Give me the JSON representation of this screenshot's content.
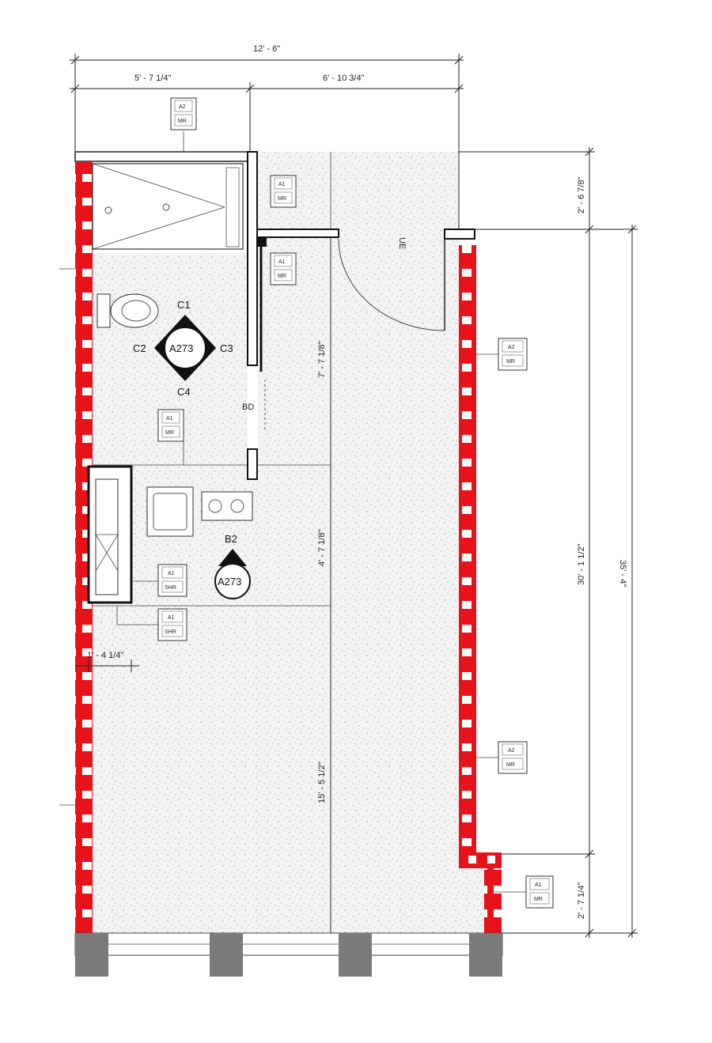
{
  "dimensions": {
    "overall_width": "12' - 6\"",
    "left_width": "5' - 7 1/4\"",
    "right_width": "6' - 10 3/4\"",
    "right_top": "2' - 6 7/8\"",
    "right_mid": "30' - 1 1/2\"",
    "right_bottom": "2' - 7 1/4\"",
    "right_overall": "35' - 4\"",
    "room_bath": "7' - 7 1/8\"",
    "room_kitchen": "4' - 7 1/8\"",
    "room_main": "15' - 5 1/2\"",
    "closet_width": "1' - 4 1/4\""
  },
  "tags": {
    "tag_top": {
      "top": "A2",
      "bottom": "MR"
    },
    "tag_right_a": {
      "top": "A1",
      "bottom": "MR"
    },
    "tag_right_b": {
      "top": "A1",
      "bottom": "MR"
    },
    "tag_bath": {
      "top": "A1",
      "bottom": "MR"
    },
    "tag_closet": {
      "top": "A1",
      "bottom": "SHR"
    },
    "tag_closet_low": {
      "top": "A1",
      "bottom": "SHR"
    },
    "tag_east_a": {
      "top": "A2",
      "bottom": "MR"
    },
    "tag_east_b": {
      "top": "A2",
      "bottom": "MR"
    },
    "tag_east_c": {
      "top": "A1",
      "bottom": "MR"
    }
  },
  "elevation_marker": {
    "sheet": "A273",
    "c1": "C1",
    "c2": "C2",
    "c3": "C3",
    "c4": "C4"
  },
  "section_marker": {
    "label": "B2",
    "sheet": "A273"
  },
  "door_labels": {
    "entry": "UE",
    "bath": "BD"
  },
  "colors": {
    "wall_red": "#e8121b",
    "floor": "#f1f1f1",
    "column": "#7a7a7a"
  }
}
